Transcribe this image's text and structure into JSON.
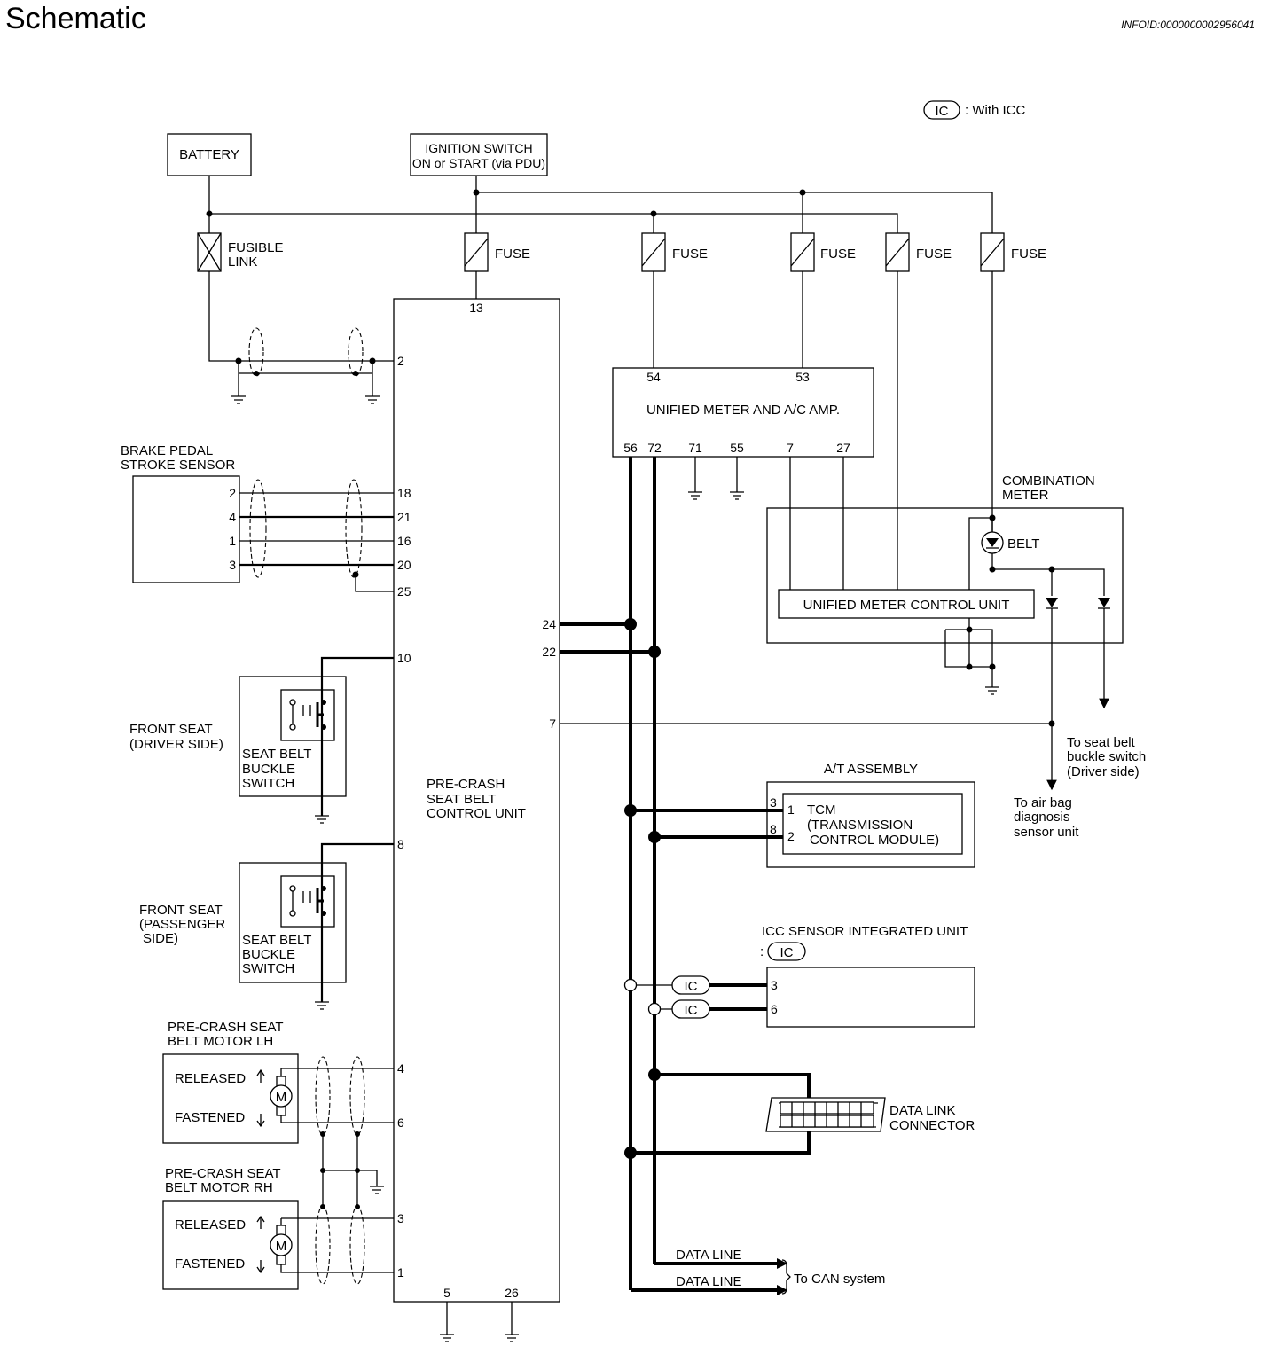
{
  "title": "Schematic",
  "info_id": "INFOID:0000000002956041",
  "legend": {
    "symbol": "IC",
    "text": ": With ICC"
  },
  "labels": {
    "battery": "BATTERY",
    "ign1": "IGNITION SWITCH",
    "ign2": "ON or START (via PDU)",
    "fusible1": "FUSIBLE",
    "fusible2": "LINK",
    "fuse": "FUSE",
    "umac": "UNIFIED METER AND A/C AMP.",
    "comb1": "COMBINATION",
    "comb2": "METER",
    "belt": "BELT",
    "umcu": "UNIFIED METER CONTROL UNIT",
    "brake1": "BRAKE PEDAL",
    "brake2": "STROKE SENSOR",
    "fsd1": "FRONT SEAT",
    "fsd2": "(DRIVER SIDE)",
    "fsp1": "FRONT SEAT",
    "fsp2": "(PASSENGER",
    "fsp3": "SIDE)",
    "sbs1": "SEAT BELT",
    "sbs2": "BUCKLE",
    "sbs3": "SWITCH",
    "pc1": "PRE-CRASH",
    "pc2": "SEAT BELT",
    "pc3": "CONTROL UNIT",
    "mlh1": "PRE-CRASH SEAT",
    "mlh2": "BELT MOTOR LH",
    "mrh1": "PRE-CRASH SEAT",
    "mrh2": "BELT MOTOR RH",
    "released": "RELEASED",
    "fastened": "FASTENED",
    "motor": "M",
    "at": "A/T ASSEMBLY",
    "tcm1": "TCM",
    "tcm2": "(TRANSMISSION",
    "tcm3": "CONTROL MODULE)",
    "icc": "ICC SENSOR INTEGRATED UNIT",
    "icc_prefix": ":",
    "ic": "IC",
    "dlc1": "DATA LINK",
    "dlc2": "CONNECTOR",
    "dataline": "DATA LINE",
    "can": "To CAN system",
    "sbd1": "To seat belt",
    "sbd2": "buckle switch",
    "sbd3": "(Driver side)",
    "abd1": "To air bag",
    "abd2": "diagnosis",
    "abd3": "sensor unit"
  },
  "pins": {
    "pc_13": "13",
    "pc_2": "2",
    "pc_18": "18",
    "pc_21": "21",
    "pc_16": "16",
    "pc_20": "20",
    "pc_25": "25",
    "pc_10": "10",
    "pc_8": "8",
    "pc_4": "4",
    "pc_6": "6",
    "pc_3": "3",
    "pc_1": "1",
    "pc_5": "5",
    "pc_26": "26",
    "pc_24": "24",
    "pc_22": "22",
    "pc_7": "7",
    "bp_2": "2",
    "bp_4": "4",
    "bp_1": "1",
    "bp_3": "3",
    "um_54": "54",
    "um_53": "53",
    "um_56": "56",
    "um_72": "72",
    "um_71": "71",
    "um_55": "55",
    "um_7": "7",
    "um_27": "27",
    "at_3": "3",
    "at_8": "8",
    "tcm_1": "1",
    "tcm_2": "2",
    "icc_3": "3",
    "icc_6": "6"
  }
}
